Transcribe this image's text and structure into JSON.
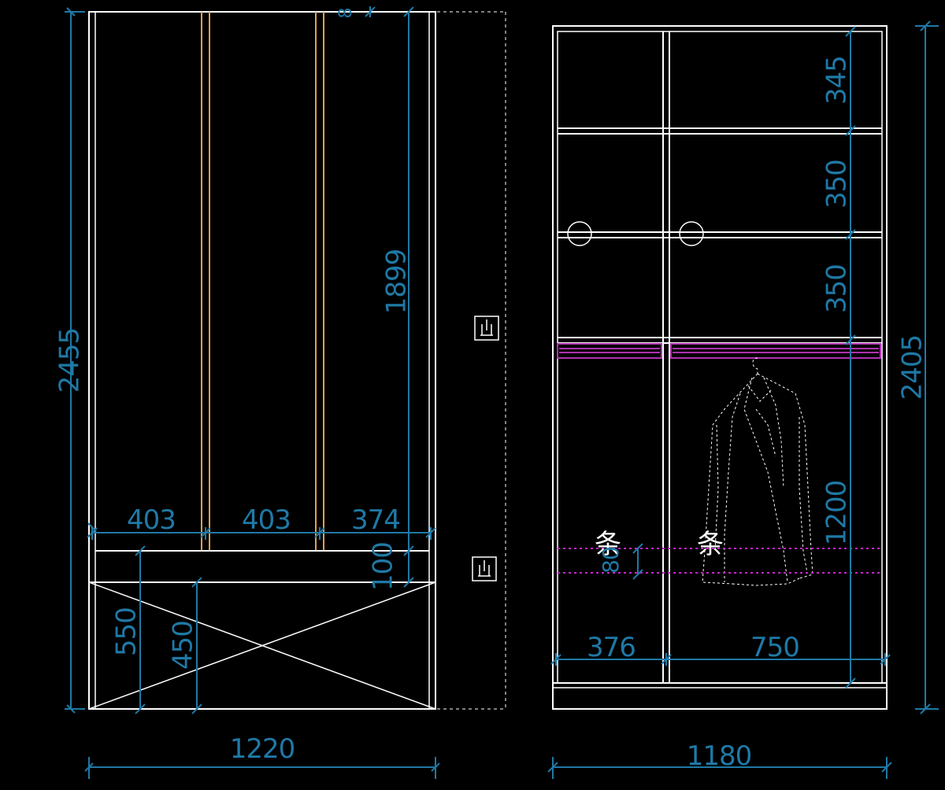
{
  "colors": {
    "background": "#000000",
    "outline": "#ffffff",
    "dimension": "#1f79a6",
    "door_line": "#e0a050",
    "hanging_rod": "#b030b0",
    "drawer_strip": "#cc22cc",
    "dashed": "#ffffff"
  },
  "front_elevation": {
    "height": "2455",
    "width": "1220",
    "door_widths": [
      "403",
      "403",
      "374"
    ],
    "upper_height": "1899",
    "top_gap": "8",
    "drawer_band": "100",
    "lower_height": "550",
    "drawer_height": "450"
  },
  "side_elevation": {
    "height": "2405",
    "width": "1180",
    "shelf_spacing": [
      "345",
      "350",
      "350"
    ],
    "hanging_height": "1200",
    "drawer_strip_height": "80",
    "column_widths": [
      "376",
      "750"
    ],
    "strip_labels": [
      "条",
      "条"
    ]
  },
  "icons": [
    "socket-icon",
    "socket-icon",
    "hole-icon",
    "hole-icon",
    "jacket-icon"
  ]
}
